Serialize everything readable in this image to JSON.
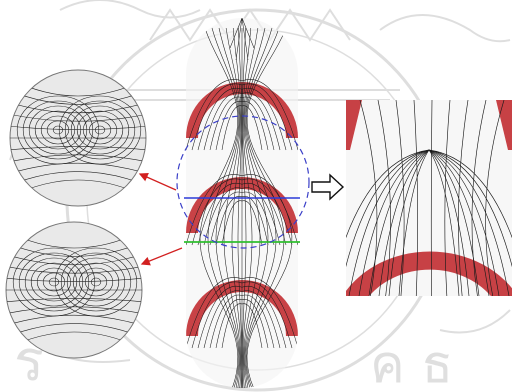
{
  "figure": {
    "description_colors": {
      "background": "#ffffff",
      "watermark": "#bdbdbd",
      "streamline": "#222222",
      "vortex_region": "#c0282c",
      "circle_outline": "#3a3fc8",
      "blue_line": "#2b3bd8",
      "green_line": "#2fbf2f",
      "arrow_red": "#d22020",
      "cross_section_fill": "#e6e6e6"
    },
    "panels": [
      {
        "id": "cross-section-top"
      },
      {
        "id": "cross-section-bottom"
      },
      {
        "id": "main-tube"
      },
      {
        "id": "zoom-view"
      }
    ],
    "watermark_text": "ร",
    "watermark_text_2": "ค ธ"
  }
}
